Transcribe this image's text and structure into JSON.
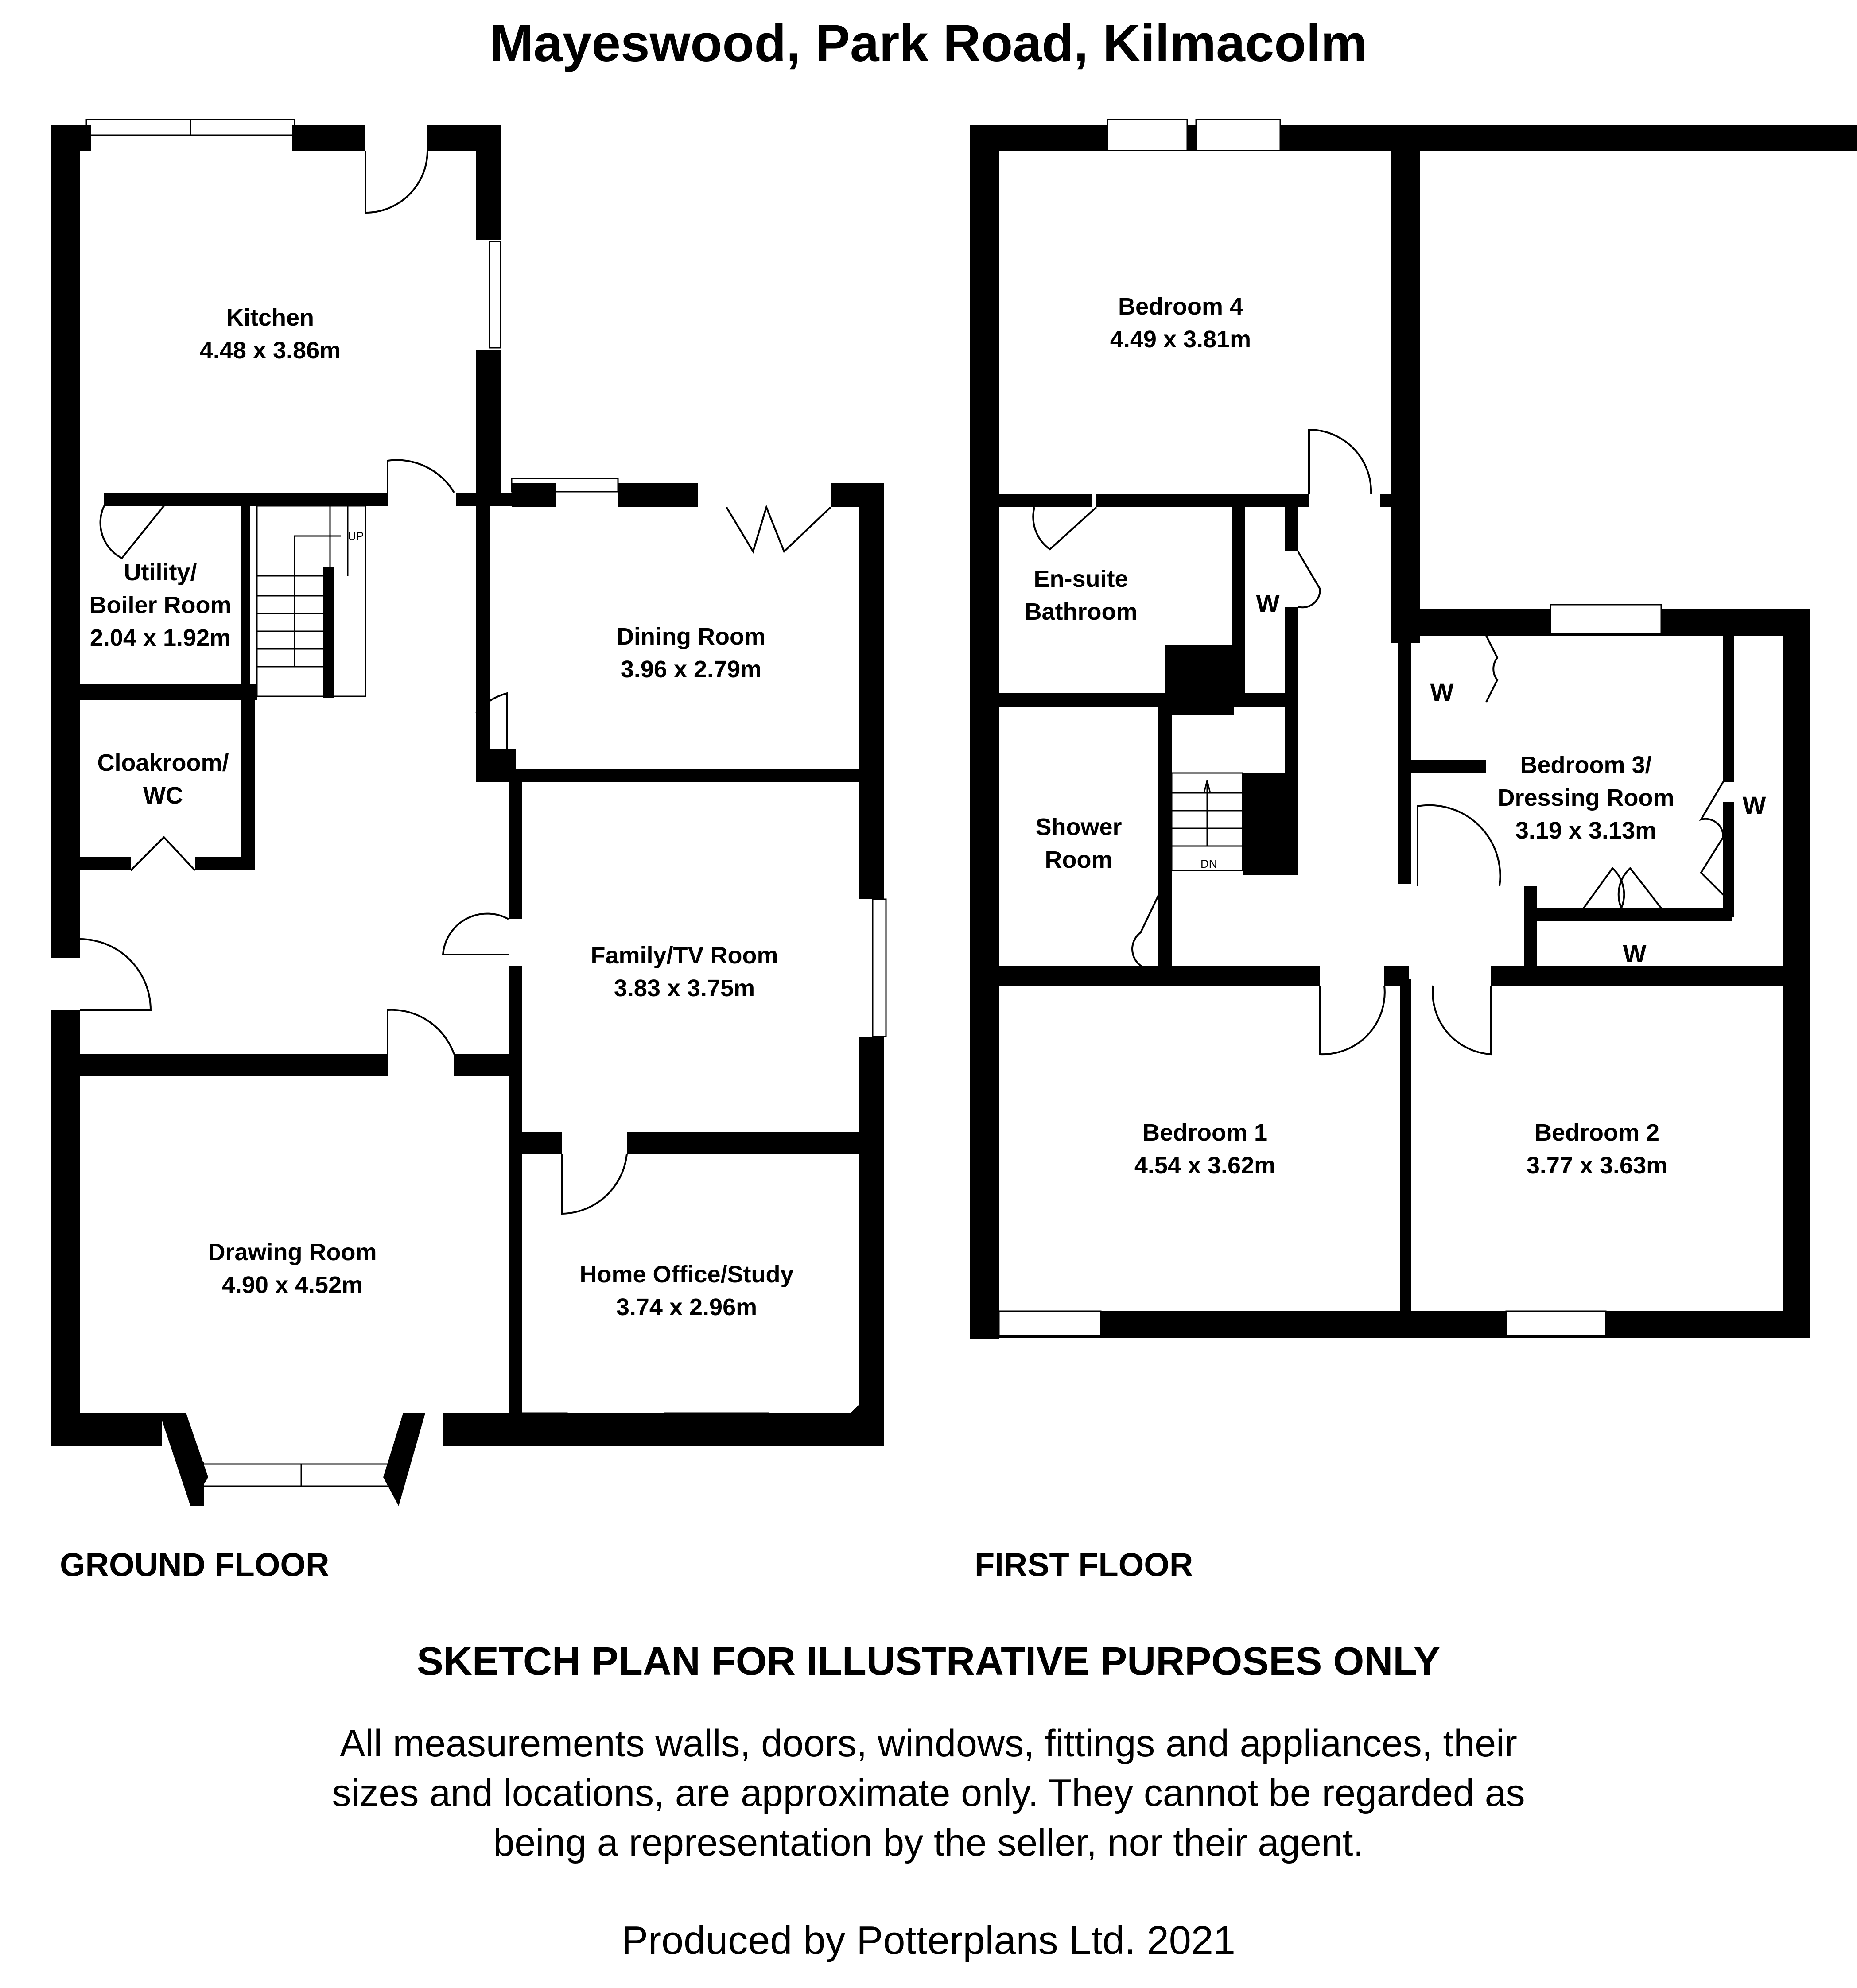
{
  "title": "Mayeswood, Park Road, Kilmacolm",
  "ground_floor": {
    "label": "GROUND FLOOR",
    "rooms": [
      {
        "name": "Kitchen",
        "size": "4.48 x 3.86m"
      },
      {
        "name_line1": "Utility/",
        "name_line2": "Boiler Room",
        "size": "2.04 x 1.92m"
      },
      {
        "name_line1": "Cloakroom/",
        "name_line2": "WC"
      },
      {
        "name": "Dining Room",
        "size": "3.96 x 2.79m"
      },
      {
        "name": "Family/TV Room",
        "size": "3.83 x 3.75m"
      },
      {
        "name": "Drawing Room",
        "size": "4.90 x 4.52m"
      },
      {
        "name": "Home Office/Study",
        "size": "3.74 x 2.96m"
      }
    ],
    "stairs_label": "UP"
  },
  "first_floor": {
    "label": "FIRST FLOOR",
    "rooms": [
      {
        "name": "Bedroom 4",
        "size": "4.49 x 3.81m"
      },
      {
        "name_line1": "En-suite",
        "name_line2": "Bathroom"
      },
      {
        "name_line1": "Shower",
        "name_line2": "Room"
      },
      {
        "name_line1": "Bedroom 3/",
        "name_line2": "Dressing Room",
        "size": "3.19 x 3.13m"
      },
      {
        "name": "Bedroom 1",
        "size": "4.54 x 3.62m"
      },
      {
        "name": "Bedroom 2",
        "size": "3.77 x 3.63m"
      }
    ],
    "wardrobe_label": "W",
    "stairs_label": "DN"
  },
  "disclaimer": {
    "heading": "SKETCH PLAN FOR ILLUSTRATIVE PURPOSES ONLY",
    "line1": "All measurements walls, doors, windows, fittings and appliances, their",
    "line2": "sizes and locations, are approximate only. They cannot be regarded as",
    "line3": "being a representation by the seller, nor their agent."
  },
  "credit": "Produced by Potterplans Ltd. 2021",
  "colors": {
    "wall": "#000000",
    "background": "#ffffff"
  }
}
